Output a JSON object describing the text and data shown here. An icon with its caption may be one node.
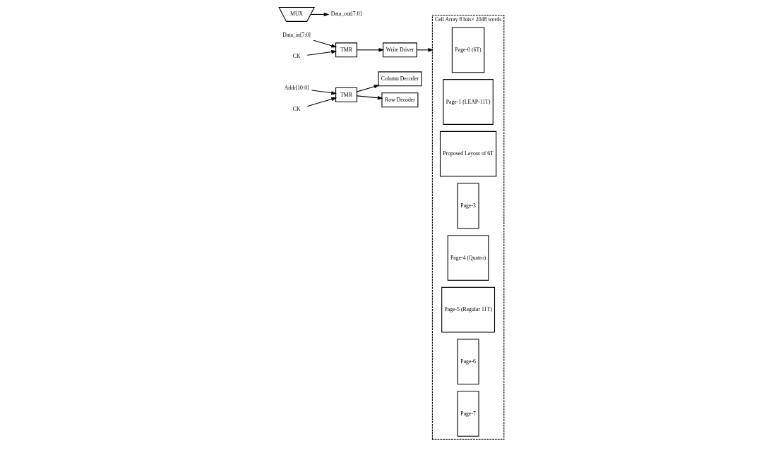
{
  "diagram": {
    "nodes": [
      {
        "text": [
          "Addr[10:0]"
        ]
      },
      {
        "text": [
          "TMR"
        ]
      },
      {
        "text": [
          "CK"
        ]
      },
      {
        "text": [
          "Data_in[7:0]"
        ]
      },
      {
        "text": [
          "TMR"
        ]
      },
      {
        "text": [
          "CK"
        ]
      },
      {
        "text": [
          "Column Decoder"
        ]
      },
      {
        "text": [
          "Row Decoder"
        ]
      },
      {
        "text": [
          "Write Driver"
        ]
      },
      {
        "text": [
          "Cell Array 8 bits× 2048 words"
        ]
      },
      {
        "text": [
          "Page-0 (6T)"
        ],
        "in": 9
      },
      {
        "text": [
          "Page-1 (LEAP-11T)"
        ],
        "in": 9
      },
      {
        "text": [
          "Proposed Layout of 6T"
        ],
        "in": 9
      },
      {
        "text": [
          "Page-3"
        ],
        "in": 9
      },
      {
        "text": [
          "Page-4 (Quatro)"
        ],
        "in": 9
      },
      {
        "text": [
          "Page-5 (Regular 11T)"
        ],
        "in": 9
      },
      {
        "text": [
          "Page-6"
        ],
        "in": 9
      },
      {
        "text": [
          "Page-7"
        ],
        "in": 9
      },
      {
        "text": [
          "MUX"
        ]
      },
      {
        "text": [
          "Data_out[7:0]"
        ]
      }
    ],
    "edges": [
      {
        "from": 0,
        "to": 1,
        "arrow": "to"
      },
      {
        "from": 2,
        "to": 1,
        "arrow": "to"
      },
      {
        "from": 1,
        "to": 6,
        "arrow": "to"
      },
      {
        "from": 1,
        "to": 7,
        "arrow": "to"
      },
      {
        "from": 3,
        "to": 4,
        "arrow": "to"
      },
      {
        "from": 5,
        "to": 4,
        "arrow": "to"
      },
      {
        "from": 4,
        "to": 8,
        "arrow": "to"
      },
      {
        "from": 8,
        "to": 9,
        "arrow": "to"
      },
      {
        "from": 18,
        "to": 19,
        "arrow": "to"
      }
    ]
  }
}
